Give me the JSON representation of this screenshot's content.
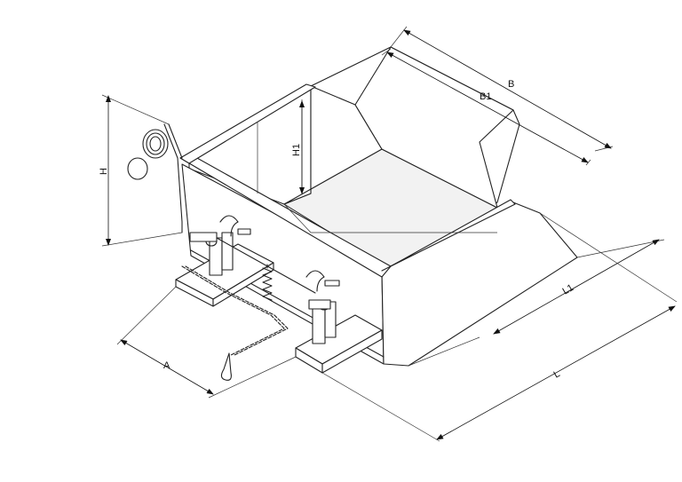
{
  "figure": {
    "labels": {
      "B": "B",
      "B1": "B1",
      "H": "H",
      "H1": "H1",
      "L": "L",
      "L1": "L1",
      "A": "A"
    }
  }
}
